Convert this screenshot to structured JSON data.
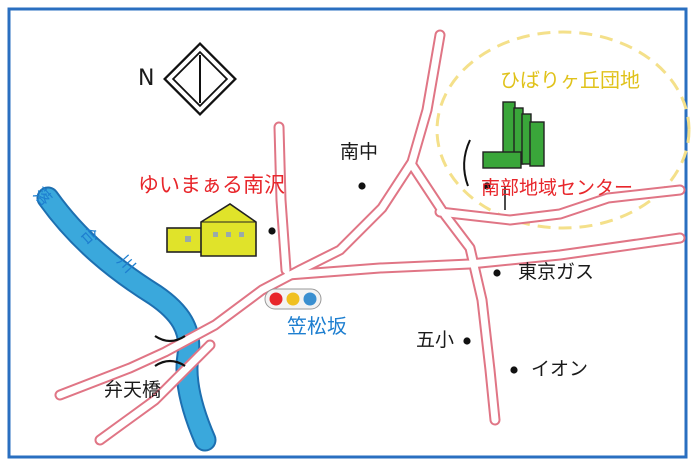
{
  "compass": {
    "letter": "N"
  },
  "landmarks": {
    "yuimaaru": "ゆいまぁる南沢",
    "hibarigaoka": "ひばりヶ丘団地",
    "nanbu_center": "南部地域センター",
    "kasamatsuzaka": "笠松坂",
    "minaminaka": "南中",
    "tokyo_gas": "東京ガス",
    "goshou": "五小",
    "aeon": "イオン",
    "bentenbashi": "弁天橋"
  },
  "river": {
    "chars": [
      "落",
      "合",
      "川"
    ]
  },
  "colors": {
    "border": "#2a6fc0",
    "road": "#e07585",
    "river": "#3aa8dc",
    "building_yellow": "#e0e32a",
    "building_green": "#3aa63a",
    "highlight_ring": "#f4e08a",
    "label_red": "#e8262b",
    "label_blue": "#1e7fd0",
    "label_yellow": "#e0c21a",
    "signal_red": "#e8262b",
    "signal_yellow": "#f0c020",
    "signal_blue": "#3a8fd0"
  }
}
